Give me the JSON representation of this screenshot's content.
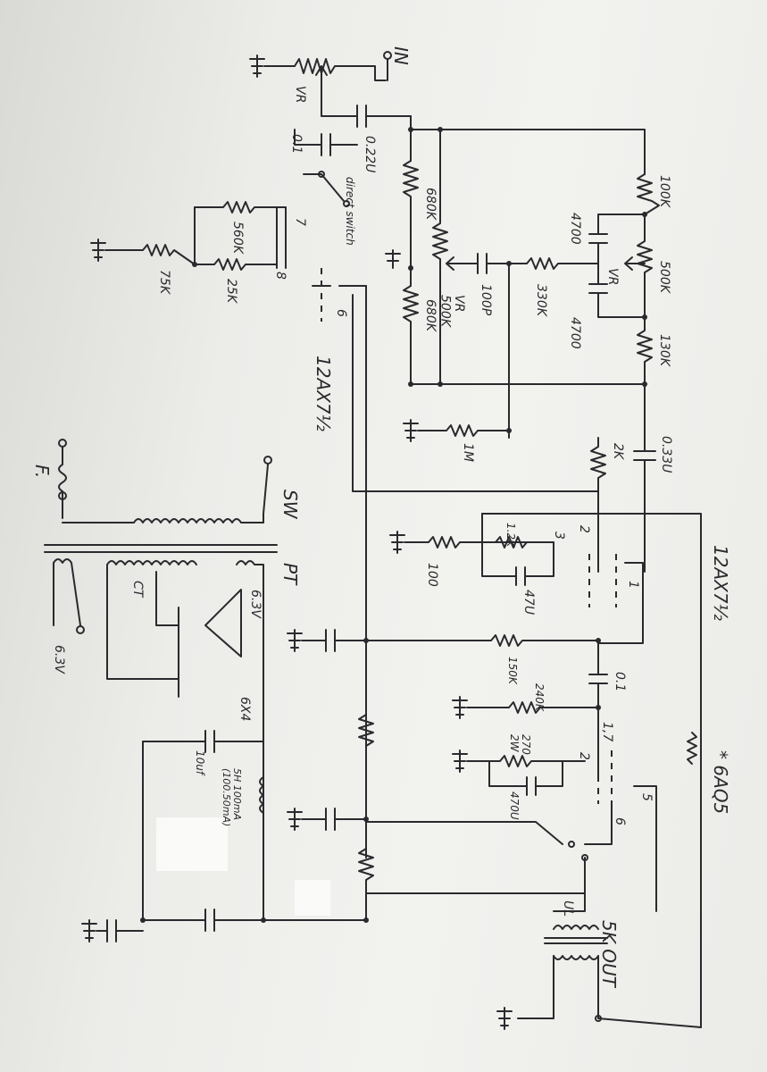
{
  "labels": {
    "in": "IN",
    "vr_input": "VR",
    "cap_01": "0.1",
    "cap_022u": "0.22U",
    "direct_switch": "direct switch",
    "pin7": "7",
    "pin8": "8",
    "pin6": "6",
    "r560k": "560K",
    "r25k": "25K",
    "r75k": "75K",
    "r680k_a": "680K",
    "r680k_b": "680K",
    "vr500k_tone": "VR\n500K",
    "c100p": "100P",
    "r330k": "330K",
    "r100k": "100K",
    "c4700_a": "4700",
    "c4700_b": "4700",
    "vr500k": "500K",
    "vr_tone": "VR",
    "r130k": "130K",
    "tube1": "12AX7½",
    "r1m": "1M",
    "r2k": "2K",
    "c0_33u": "0.33U",
    "tube2": "12AX7½",
    "r100": "100",
    "r12k": "1.2K",
    "c47u": "47U",
    "pin1": "1",
    "pin2": "2",
    "pin3": "3",
    "r150k": "150K",
    "c0_1": "0.1",
    "r240k": "240K",
    "pin17": "1,7",
    "r270_2w": "270\n2W",
    "c470u": "470U",
    "pin2b": "2",
    "pin5": "5",
    "pin6b": "6",
    "tube3": "* 6AQ5",
    "ul": "UL",
    "out": "5K  OUT",
    "sw": "SW",
    "pt": "PT",
    "ct": "CT",
    "v63_a": "6.3V",
    "v63_b": "6.3V",
    "rect": "6X4",
    "c10uf": "10uf",
    "choke": "5H 100mA\n(100.50mA)",
    "fuse": "F."
  }
}
